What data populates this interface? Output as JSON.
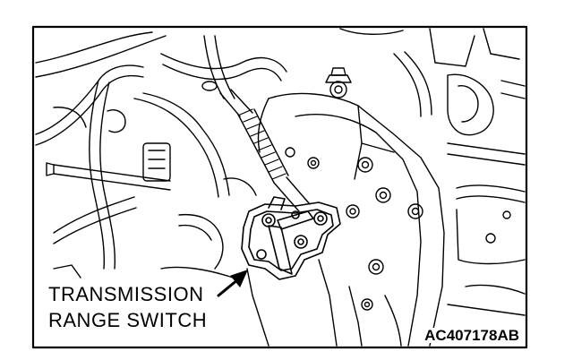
{
  "diagram": {
    "callout_label": {
      "line1": "TRANSMISSION",
      "line2": "RANGE SWITCH"
    },
    "figure_code": "AC407178AB",
    "colors": {
      "ink": "#000000",
      "paper": "#ffffff"
    }
  }
}
